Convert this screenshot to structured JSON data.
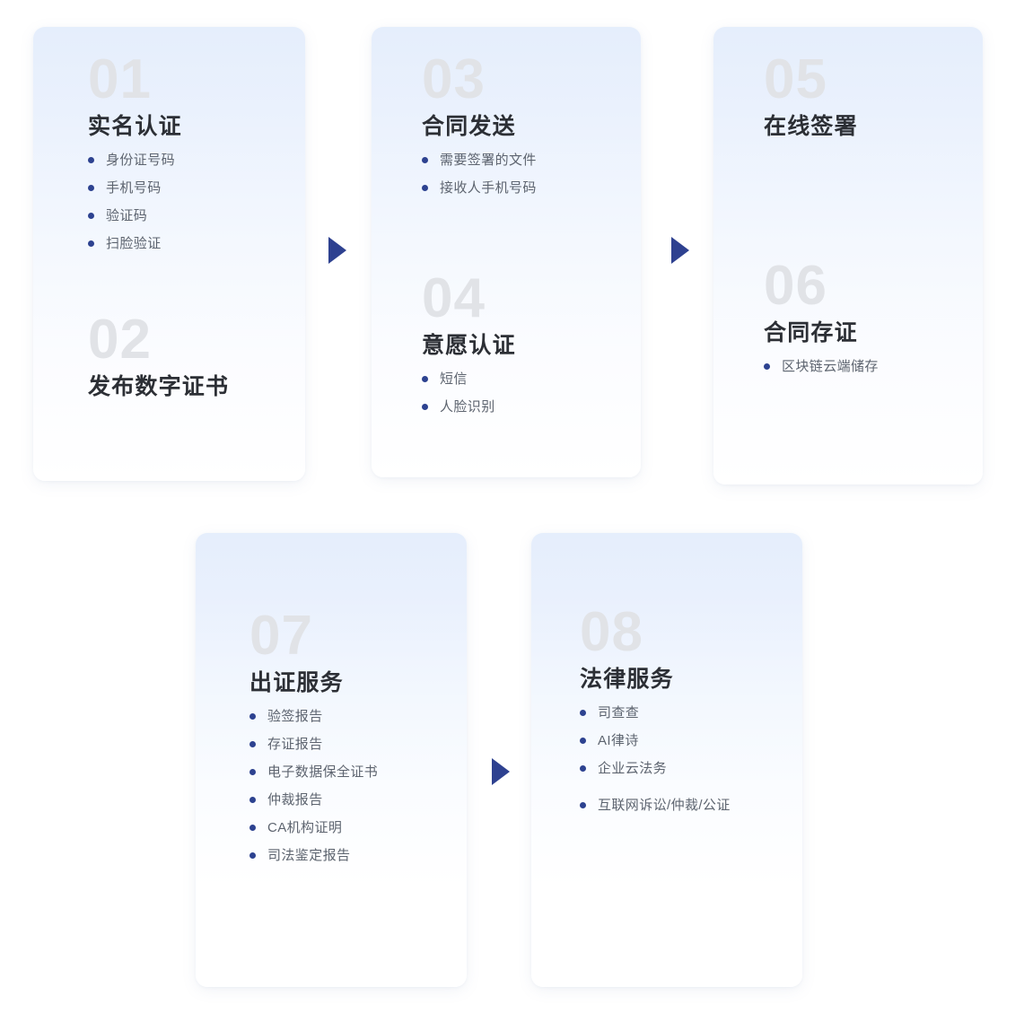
{
  "theme": {
    "page_background": "#ffffff",
    "card_gradient_top": "#e5eefc",
    "card_gradient_bottom": "#ffffff",
    "step_number_color": "#e1e3e7",
    "title_color": "#2c2f35",
    "list_text_color": "#5d646f",
    "bullet_color": "#2d4290",
    "arrow_color": "#2e4190"
  },
  "cards": [
    {
      "id": "card-1",
      "steps": [
        {
          "number": "01",
          "title": "实名认证",
          "items": [
            "身份证号码",
            "手机号码",
            "验证码",
            "扫脸验证"
          ]
        },
        {
          "number": "02",
          "title": "发布数字证书",
          "items": []
        }
      ]
    },
    {
      "id": "card-2",
      "steps": [
        {
          "number": "03",
          "title": "合同发送",
          "items": [
            "需要签署的文件",
            "接收人手机号码"
          ]
        },
        {
          "number": "04",
          "title": "意愿认证",
          "items": [
            "短信",
            "人脸识别"
          ]
        }
      ]
    },
    {
      "id": "card-3",
      "steps": [
        {
          "number": "05",
          "title": "在线签署",
          "items": []
        },
        {
          "number": "06",
          "title": "合同存证",
          "items": [
            "区块链云端储存"
          ]
        }
      ]
    },
    {
      "id": "card-4",
      "steps": [
        {
          "number": "07",
          "title": "出证服务",
          "items": [
            "验签报告",
            "存证报告",
            "电子数据保全证书",
            "仲裁报告",
            "CA机构证明",
            "司法鉴定报告"
          ]
        }
      ]
    },
    {
      "id": "card-5",
      "steps": [
        {
          "number": "08",
          "title": "法律服务",
          "items": [
            "司查查",
            "AI律诗",
            "企业云法务",
            "互联网诉讼/仲裁/公证"
          ]
        }
      ]
    }
  ],
  "arrows": [
    {
      "name": "arrow-card1-to-card2"
    },
    {
      "name": "arrow-card2-to-card3"
    },
    {
      "name": "arrow-card4-to-card5"
    }
  ]
}
